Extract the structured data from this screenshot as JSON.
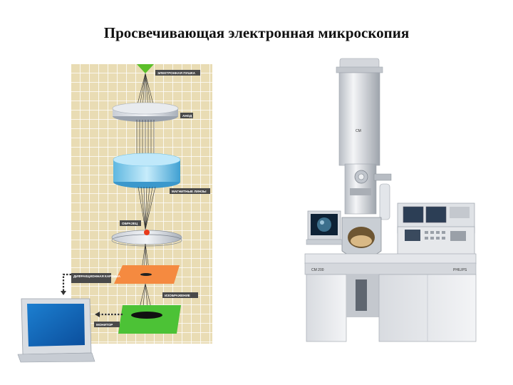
{
  "title": "Просвечивающая электронная микроскопия",
  "diagram": {
    "labels": {
      "gun": "ЭЛЕКТРОННАЯ ПУШКА",
      "anode": "АНОД",
      "lenses": "МАГНИТНЫЕ ЛИНЗЫ",
      "sample": "ОБРАЗЕЦ",
      "diffraction": "ДИФРАКЦИОННАЯ КАРТИНА",
      "image": "ИЗОБРАЖЕНИЕ",
      "monitor": "МОНИТОР"
    }
  },
  "photo": {
    "model_plate": "CM 200",
    "brand_plate": "PHILIPS"
  },
  "colors": {
    "grid_bg": "#e9dcb4",
    "grid_line": "#ffffff",
    "beam_green": "#5cbf2a",
    "lens_blue": "#8fd3f0",
    "plate_orange": "#f58a40",
    "plate_green": "#4cc236",
    "sample_dot": "#e83a1a"
  }
}
